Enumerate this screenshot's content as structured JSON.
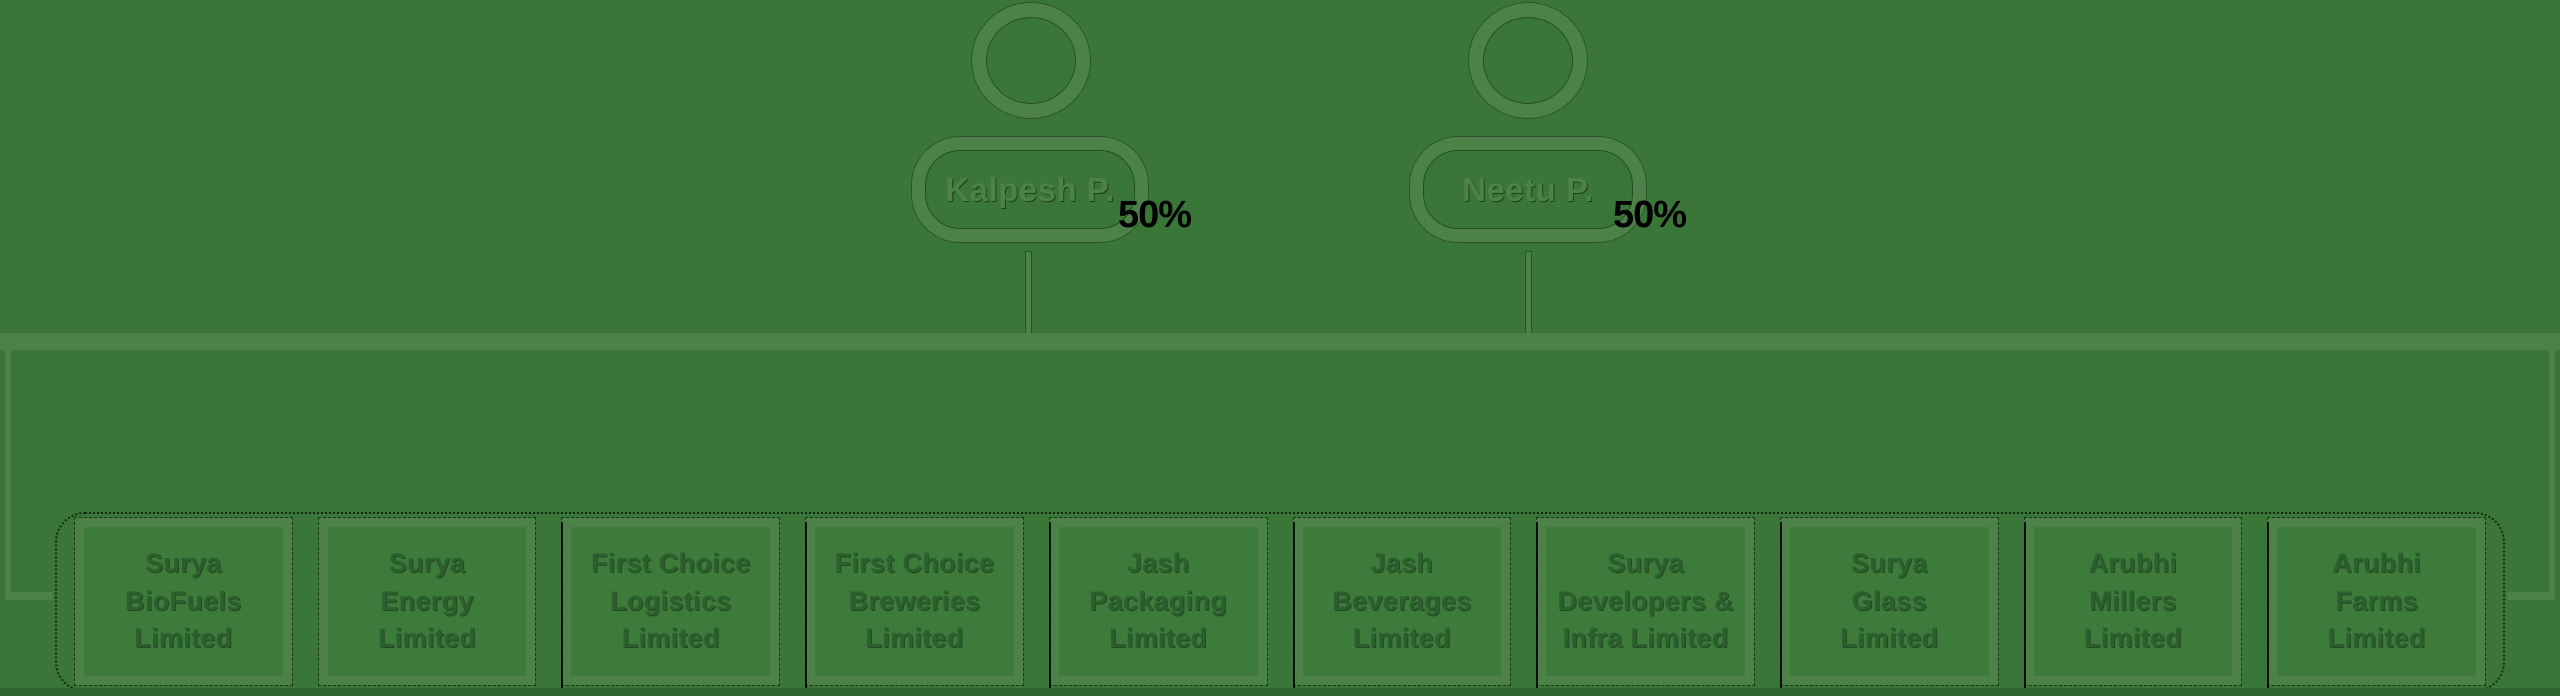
{
  "diagram": {
    "type": "ownership-structure-org-chart",
    "owners": [
      {
        "name": "Kalpesh P.",
        "ownership_label": "50%"
      },
      {
        "name": "Neetu P.",
        "ownership_label": "50%"
      }
    ],
    "companies": [
      {
        "name": "Surya BioFuels Limited",
        "lines": [
          "Surya",
          "BioFuels",
          "Limited"
        ]
      },
      {
        "name": "Surya Energy Limited",
        "lines": [
          "Surya",
          "Energy",
          "Limited"
        ]
      },
      {
        "name": "First Choice Logistics Limited",
        "lines": [
          "First Choice",
          "Logistics",
          "Limited"
        ]
      },
      {
        "name": "First Choice Breweries Limited",
        "lines": [
          "First Choice",
          "Breweries",
          "Limited"
        ]
      },
      {
        "name": "Jash Packaging Limited",
        "lines": [
          "Jash",
          "Packaging",
          "Limited"
        ]
      },
      {
        "name": "Jash Beverages Limited",
        "lines": [
          "Jash",
          "Beverages",
          "Limited"
        ]
      },
      {
        "name": "Surya Developers & Infra Limited",
        "lines": [
          "Surya",
          "Developers &",
          "Infra Limited"
        ]
      },
      {
        "name": "Surya Glass Limited",
        "lines": [
          "Surya",
          "Glass",
          "Limited"
        ]
      },
      {
        "name": "Arubhi Millers Limited",
        "lines": [
          "Arubhi",
          "Millers",
          "Limited"
        ]
      },
      {
        "name": "Arubhi Farms Limited",
        "lines": [
          "Arubhi",
          "Farms",
          "Limited"
        ]
      }
    ],
    "colors": {
      "background": "#3A7637",
      "stroke_light_green": "#4C8147",
      "box_fill": "#3D7B3A",
      "box_text_dark_green": "#2B5F2D",
      "ownership_label_black": "#000000",
      "bottom_strip": "#2E6530"
    }
  }
}
